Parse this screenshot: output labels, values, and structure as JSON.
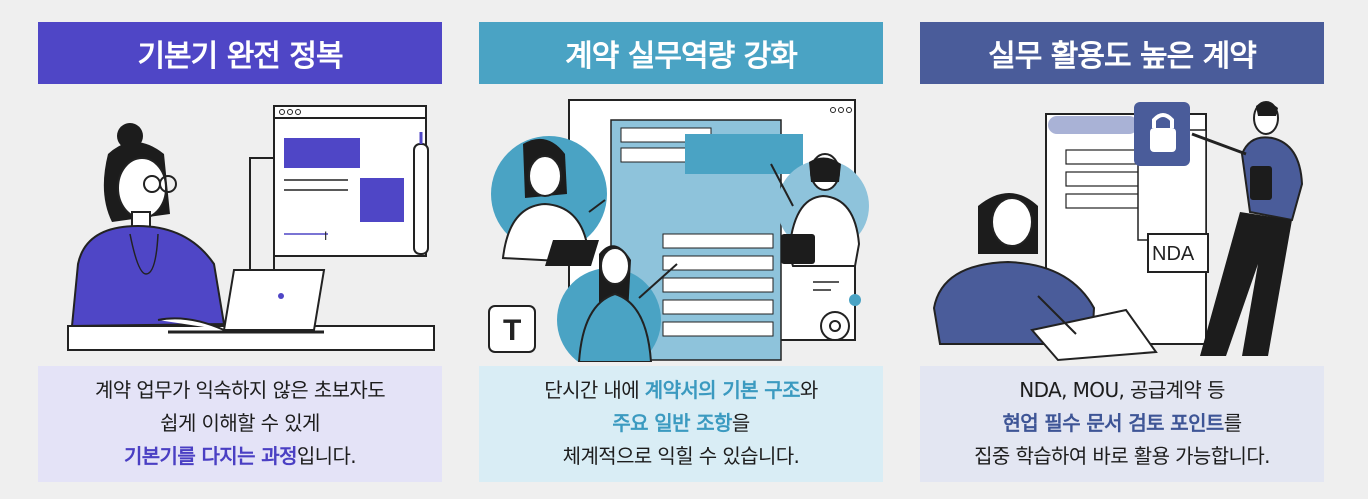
{
  "cards": [
    {
      "title": "기본기 완전 정복",
      "lines": [
        {
          "parts": [
            "계약 업무가 익숙하지 않은 초보자도",
            ""
          ]
        },
        {
          "parts": [
            "쉽게 이해할 수 있게",
            ""
          ]
        },
        {
          "parts": [
            "",
            "기본기를 다지는 과정",
            "입니다."
          ]
        }
      ],
      "color": "#4f46c6"
    },
    {
      "title": "계약 실무역량 강화",
      "lines": [
        {
          "parts": [
            "단시간 내에 ",
            "계약서의 기본 구조",
            "와"
          ]
        },
        {
          "parts": [
            "",
            "주요 일반 조항",
            "을"
          ]
        },
        {
          "parts": [
            "체계적으로 익힐 수 있습니다.",
            ""
          ]
        }
      ],
      "color": "#4aa3c4"
    },
    {
      "title": "실무 활용도 높은 계약",
      "lines": [
        {
          "parts": [
            "NDA, MOU, 공급계약 등",
            ""
          ]
        },
        {
          "parts": [
            "",
            "현업 필수 문서 검토 포인트",
            "를"
          ]
        },
        {
          "parts": [
            "집중 학습하여 바로 활용 가능합니다.",
            ""
          ]
        }
      ],
      "color": "#4a5c9a",
      "doc_label": "NDA"
    }
  ]
}
